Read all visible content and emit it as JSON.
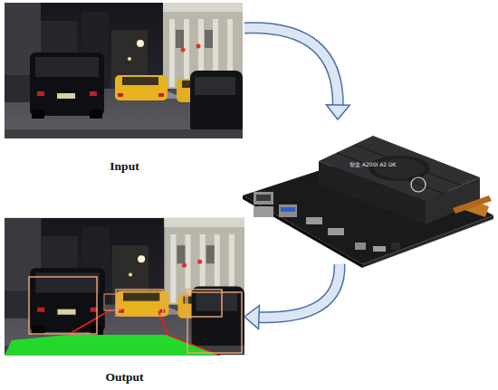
{
  "diagram": {
    "nodes": [
      {
        "text": [
          "Input"
        ]
      },
      {
        "text": [
          "智盒 A200I A2 DK"
        ]
      },
      {
        "text": [
          "Output"
        ]
      }
    ],
    "edges": [
      {
        "from": 0,
        "to": 1,
        "arrow": "to"
      },
      {
        "from": 1,
        "to": 2,
        "arrow": "to"
      }
    ]
  }
}
